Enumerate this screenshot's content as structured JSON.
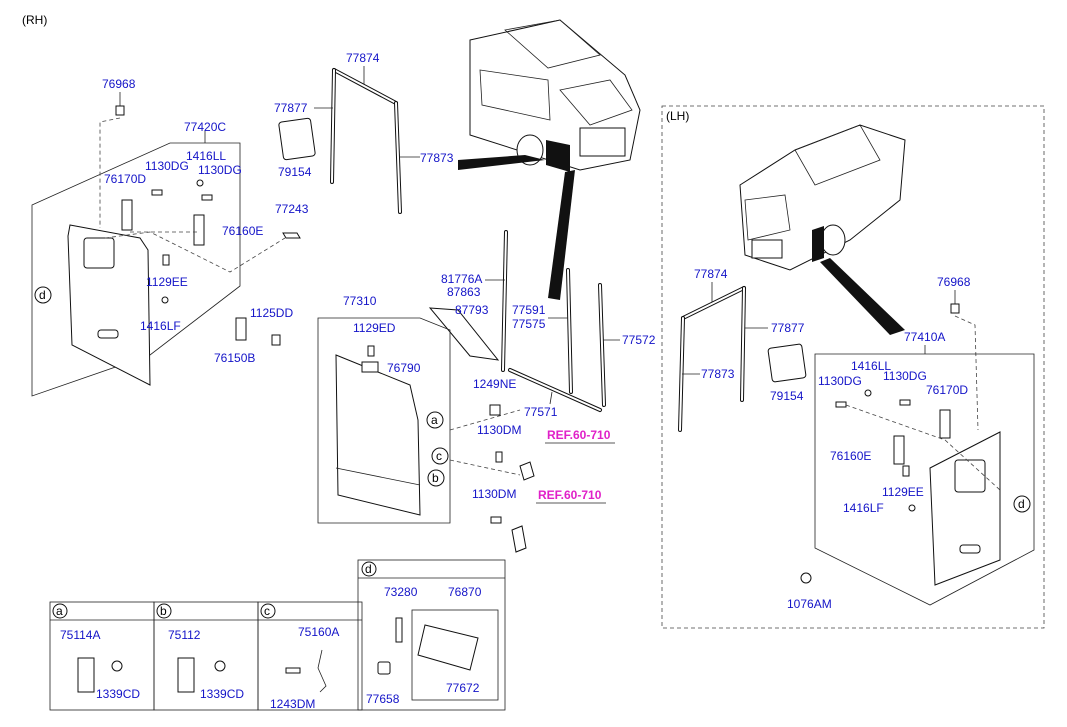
{
  "rh_label": "(RH)",
  "lh_label": "(LH)",
  "rh": {
    "p76968": "76968",
    "p77420C": "77420C",
    "p1416LL": "1416LL",
    "p1130DG_a": "1130DG",
    "p1130DG_b": "1130DG",
    "p76170D": "76170D",
    "p77243": "77243",
    "p76160E": "76160E",
    "p1129EE": "1129EE",
    "p1416LF": "1416LF",
    "p1125DD": "1125DD",
    "p76150B": "76150B",
    "p77874": "77874",
    "p77877": "77877",
    "p79154": "79154",
    "p77873": "77873",
    "p81776A": "81776A",
    "p87863": "87863",
    "p87793": "87793",
    "p77591": "77591",
    "p77575": "77575",
    "p77572": "77572",
    "p77571": "77571",
    "p77310": "77310",
    "p1129ED": "1129ED",
    "p76790": "76790",
    "p1249NE": "1249NE",
    "p1130DM_a": "1130DM",
    "p1130DM_b": "1130DM",
    "ref_a": "REF.60-710",
    "ref_b": "REF.60-710"
  },
  "lh": {
    "p77874": "77874",
    "p77877": "77877",
    "p77873": "77873",
    "p79154": "79154",
    "p76968": "76968",
    "p77410A": "77410A",
    "p1416LL": "1416LL",
    "p1130DG_a": "1130DG",
    "p1130DG_b": "1130DG",
    "p76170D": "76170D",
    "p76160E": "76160E",
    "p1129EE": "1129EE",
    "p1416LF": "1416LF",
    "p1076AM": "1076AM"
  },
  "callouts": [
    "a",
    "b",
    "c",
    "d"
  ],
  "detail_boxes": [
    {
      "key": "a",
      "parts": [
        "75114A",
        "1339CD"
      ]
    },
    {
      "key": "b",
      "parts": [
        "75112",
        "1339CD"
      ]
    },
    {
      "key": "c",
      "parts": [
        "75160A",
        "1243DM"
      ]
    },
    {
      "key": "d",
      "parts": [
        "73280",
        "76870",
        "77658",
        "77672"
      ]
    }
  ],
  "colors": {
    "part_number": "#1414c8",
    "reference": "#e020c8",
    "line": "#111111"
  }
}
